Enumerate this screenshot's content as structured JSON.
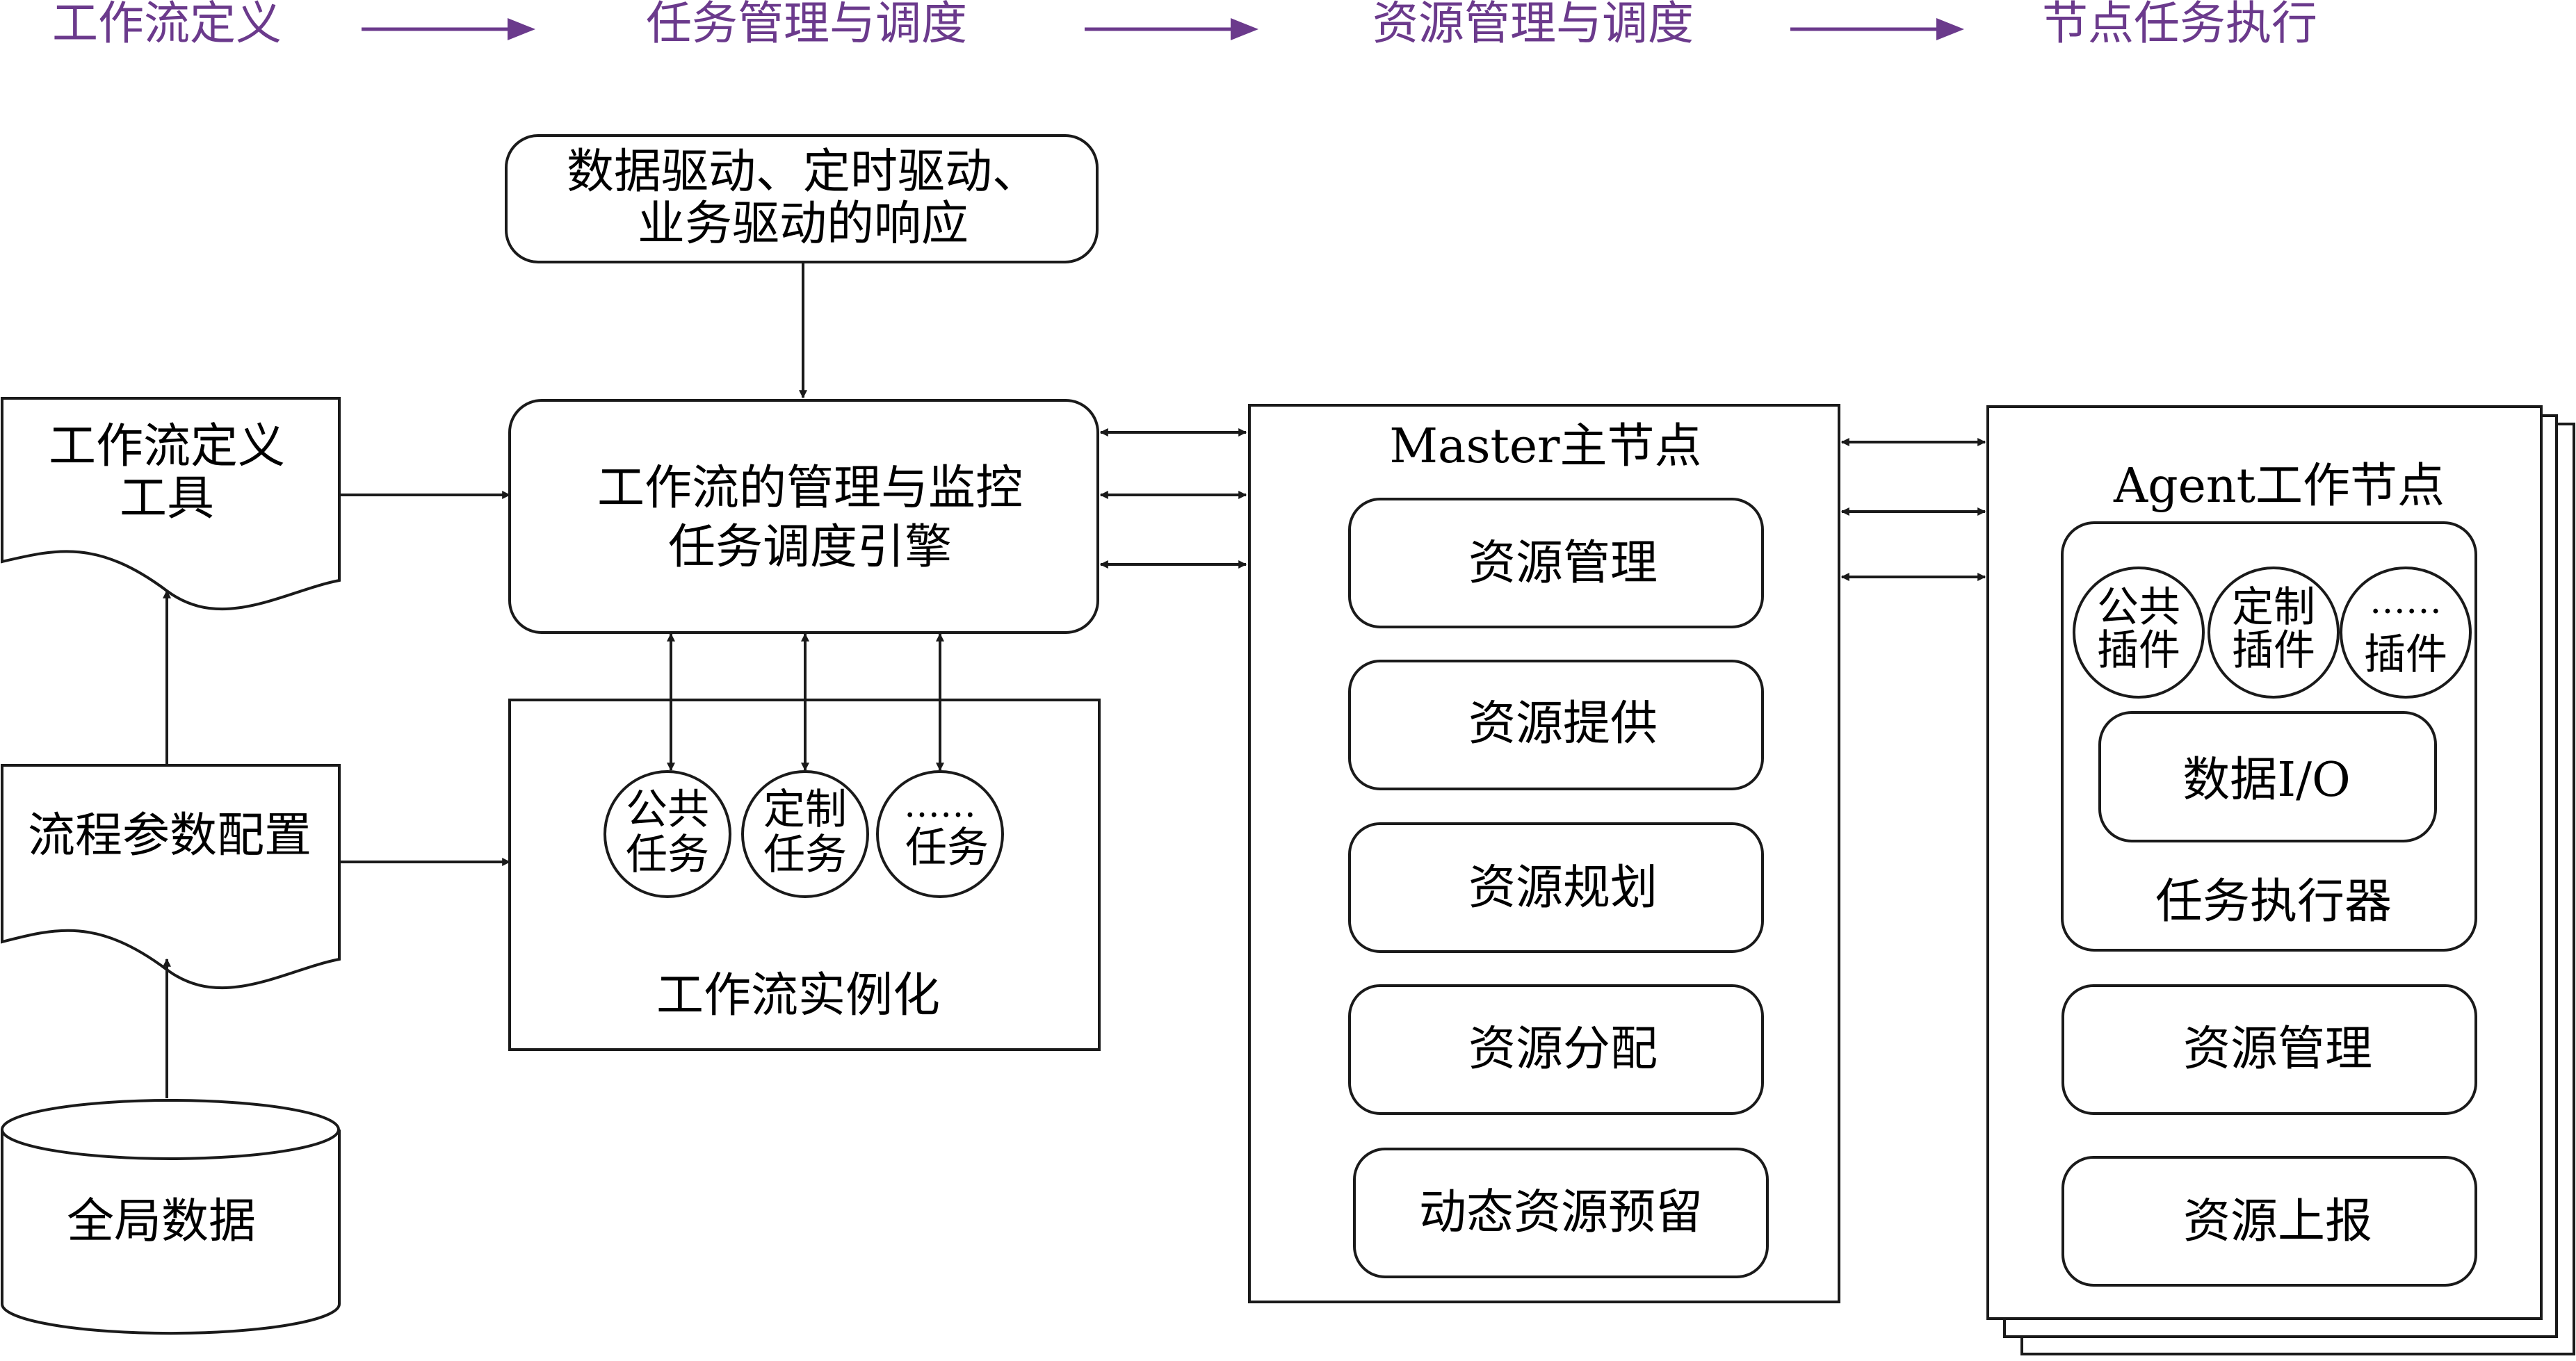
{
  "colors": {
    "stage_header": "#6b3a8c",
    "stage_arrow": "#6b3a8c",
    "line": "#1a1a1a",
    "fill": "#ffffff"
  },
  "stages": [
    {
      "id": "stage-workflow-definition",
      "label": "工作流定义"
    },
    {
      "id": "stage-task-management",
      "label": "任务管理与调度"
    },
    {
      "id": "stage-resource-management",
      "label": "资源管理与调度"
    },
    {
      "id": "stage-node-execution",
      "label": "节点任务执行"
    }
  ],
  "left_column": {
    "workflow_tool": {
      "lines": [
        "工作流定义",
        "工具"
      ]
    },
    "process_params": {
      "lines": [
        "流程参数配置"
      ]
    },
    "global_data": {
      "lines": [
        "全局数据"
      ]
    }
  },
  "triggers": {
    "lines": [
      "数据驱动、定时驱动、",
      "业务驱动的响应"
    ]
  },
  "engine": {
    "lines": [
      "工作流的管理与监控",
      "任务调度引擎"
    ]
  },
  "instantiation": {
    "label": "工作流实例化",
    "tasks": [
      {
        "id": "public-task",
        "lines": [
          "公共",
          "任务"
        ]
      },
      {
        "id": "custom-task",
        "lines": [
          "定制",
          "任务"
        ]
      },
      {
        "id": "more-task",
        "lines": [
          "……",
          "任务"
        ]
      }
    ]
  },
  "master": {
    "title": "Master主节点",
    "items": [
      "资源管理",
      "资源提供",
      "资源规划",
      "资源分配",
      "动态资源预留"
    ]
  },
  "agent": {
    "title": "Agent工作节点",
    "executor": {
      "label": "任务执行器",
      "plugins": [
        {
          "id": "public-plugin",
          "lines": [
            "公共",
            "插件"
          ]
        },
        {
          "id": "custom-plugin",
          "lines": [
            "定制",
            "插件"
          ]
        },
        {
          "id": "more-plugin",
          "lines": [
            "……",
            "插件"
          ]
        }
      ],
      "data_io": "数据I/O"
    },
    "items": [
      "资源管理",
      "资源上报"
    ]
  }
}
